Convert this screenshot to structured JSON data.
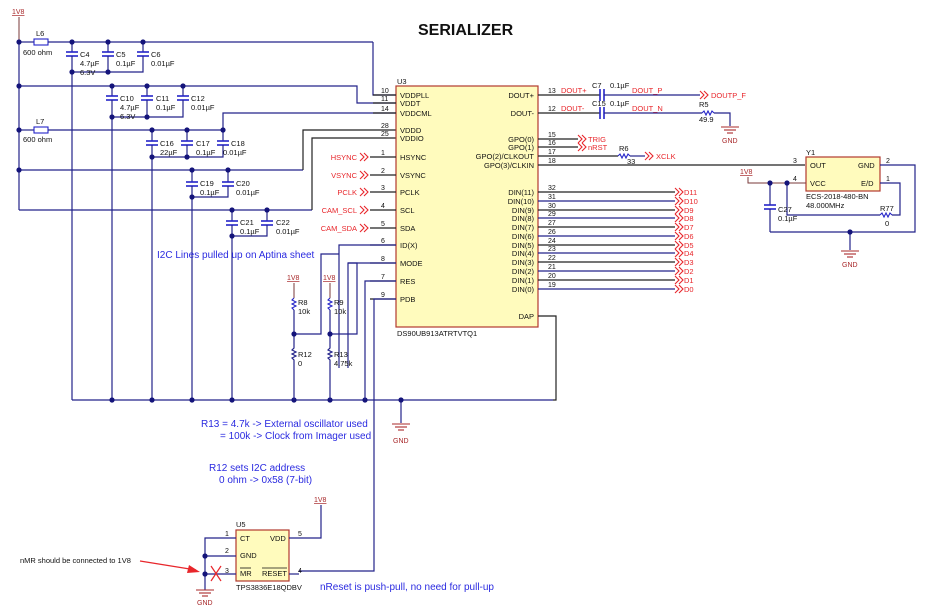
{
  "title": "SERIALIZER",
  "power_labels": {
    "v1v8": "1V8",
    "gnd": "GND"
  },
  "inductors": [
    {
      "ref": "L6",
      "value": "600 ohm"
    },
    {
      "ref": "L7",
      "value": "600 ohm"
    }
  ],
  "capacitors": [
    {
      "ref": "C4",
      "value": "4.7µF",
      "rating": "6.3V"
    },
    {
      "ref": "C5",
      "value": "0.1µF"
    },
    {
      "ref": "C6",
      "value": "0.01µF"
    },
    {
      "ref": "C10",
      "value": "4.7µF",
      "rating": "6.3V"
    },
    {
      "ref": "C11",
      "value": "0.1µF"
    },
    {
      "ref": "C12",
      "value": "0.01µF"
    },
    {
      "ref": "C16",
      "value": "22µF"
    },
    {
      "ref": "C17",
      "value": "0.1µF"
    },
    {
      "ref": "C18",
      "value": "0.01µF"
    },
    {
      "ref": "C19",
      "value": "0.1µF"
    },
    {
      "ref": "C20",
      "value": "0.01µF"
    },
    {
      "ref": "C21",
      "value": "0.1µF"
    },
    {
      "ref": "C22",
      "value": "0.01µF"
    },
    {
      "ref": "C7",
      "value": "0.1µF"
    },
    {
      "ref": "C15",
      "value": "0.1µF"
    },
    {
      "ref": "C27",
      "value": "0.1µF"
    }
  ],
  "resistors": [
    {
      "ref": "R5",
      "value": "49.9"
    },
    {
      "ref": "R6",
      "value": "33"
    },
    {
      "ref": "R8",
      "value": "10k"
    },
    {
      "ref": "R9",
      "value": "10k"
    },
    {
      "ref": "R12",
      "value": "0"
    },
    {
      "ref": "R13",
      "value": "4.75k"
    },
    {
      "ref": "R77",
      "value": "0"
    }
  ],
  "u3": {
    "ref": "U3",
    "part": "DS90UB913ATRTVTQ1",
    "left_pins": [
      {
        "num": "10",
        "name": "VDDPLL"
      },
      {
        "num": "11",
        "name": "VDDT"
      },
      {
        "num": "14",
        "name": "VDDCML"
      },
      {
        "num": "28",
        "name": "VDDD"
      },
      {
        "num": "25",
        "name": "VDDIO"
      },
      {
        "num": "1",
        "name": "HSYNC"
      },
      {
        "num": "2",
        "name": "VSYNC"
      },
      {
        "num": "3",
        "name": "PCLK"
      },
      {
        "num": "4",
        "name": "SCL"
      },
      {
        "num": "5",
        "name": "SDA"
      },
      {
        "num": "6",
        "name": "ID(X)"
      },
      {
        "num": "8",
        "name": "MODE"
      },
      {
        "num": "7",
        "name": "RES"
      },
      {
        "num": "9",
        "name": "PDB"
      }
    ],
    "right_pins": [
      {
        "num": "13",
        "name": "DOUT+"
      },
      {
        "num": "12",
        "name": "DOUT-"
      },
      {
        "num": "15",
        "name": "GPO(0)"
      },
      {
        "num": "16",
        "name": "GPO(1)"
      },
      {
        "num": "17",
        "name": "GPO(2)/CLKOUT"
      },
      {
        "num": "18",
        "name": "GPO(3)/CLKIN"
      },
      {
        "num": "32",
        "name": "DIN(11)"
      },
      {
        "num": "31",
        "name": "DIN(10)"
      },
      {
        "num": "30",
        "name": "DIN(9)"
      },
      {
        "num": "29",
        "name": "DIN(8)"
      },
      {
        "num": "27",
        "name": "DIN(7)"
      },
      {
        "num": "26",
        "name": "DIN(6)"
      },
      {
        "num": "24",
        "name": "DIN(5)"
      },
      {
        "num": "23",
        "name": "DIN(4)"
      },
      {
        "num": "22",
        "name": "DIN(3)"
      },
      {
        "num": "21",
        "name": "DIN(2)"
      },
      {
        "num": "20",
        "name": "DIN(1)"
      },
      {
        "num": "19",
        "name": "DIN(0)"
      },
      {
        "num": "",
        "name": "DAP"
      }
    ]
  },
  "input_nets": [
    "HSYNC",
    "VSYNC",
    "PCLK",
    "CAM_SCL",
    "CAM_SDA"
  ],
  "output_nets": {
    "dout_p_local": "DOUT+",
    "dout_n_local": "DOUT-",
    "dout_p": "DOUT_P",
    "dout_n": "DOUT_N",
    "doutp_f": "DOUTP_F",
    "trig": "TRIG",
    "nrst": "nRST",
    "xclk": "XCLK"
  },
  "data_nets": [
    "D11",
    "D10",
    "D9",
    "D8",
    "D7",
    "D6",
    "D5",
    "D4",
    "D3",
    "D2",
    "D1",
    "D0"
  ],
  "y1": {
    "ref": "Y1",
    "part": "ECS-2018-480-BN",
    "freq": "48.000MHz",
    "pins": [
      {
        "num": "3",
        "name": "OUT"
      },
      {
        "num": "2",
        "name": "GND"
      },
      {
        "num": "4",
        "name": "VCC"
      },
      {
        "num": "1",
        "name": "E/D"
      }
    ]
  },
  "u5": {
    "ref": "U5",
    "part": "TPS3836E18QDBV",
    "pins": [
      {
        "num": "1",
        "name": "CT"
      },
      {
        "num": "5",
        "name": "VDD"
      },
      {
        "num": "2",
        "name": "GND"
      },
      {
        "num": "3",
        "name": "MR"
      },
      {
        "num": "4",
        "name": "RESET"
      }
    ]
  },
  "notes": {
    "i2c": "I2C Lines pulled up on Aptina sheet",
    "r13_line1": "R13 = 4.7k -> External oscillator used",
    "r13_line2": "= 100k -> Clock from Imager used",
    "r12_line1": "R12 sets I2C address",
    "r12_line2": "0 ohm -> 0x58 (7-bit)",
    "nmr": "nMR should be connected to 1V8",
    "nreset": "nReset is push-pull, no need for pull-up"
  }
}
